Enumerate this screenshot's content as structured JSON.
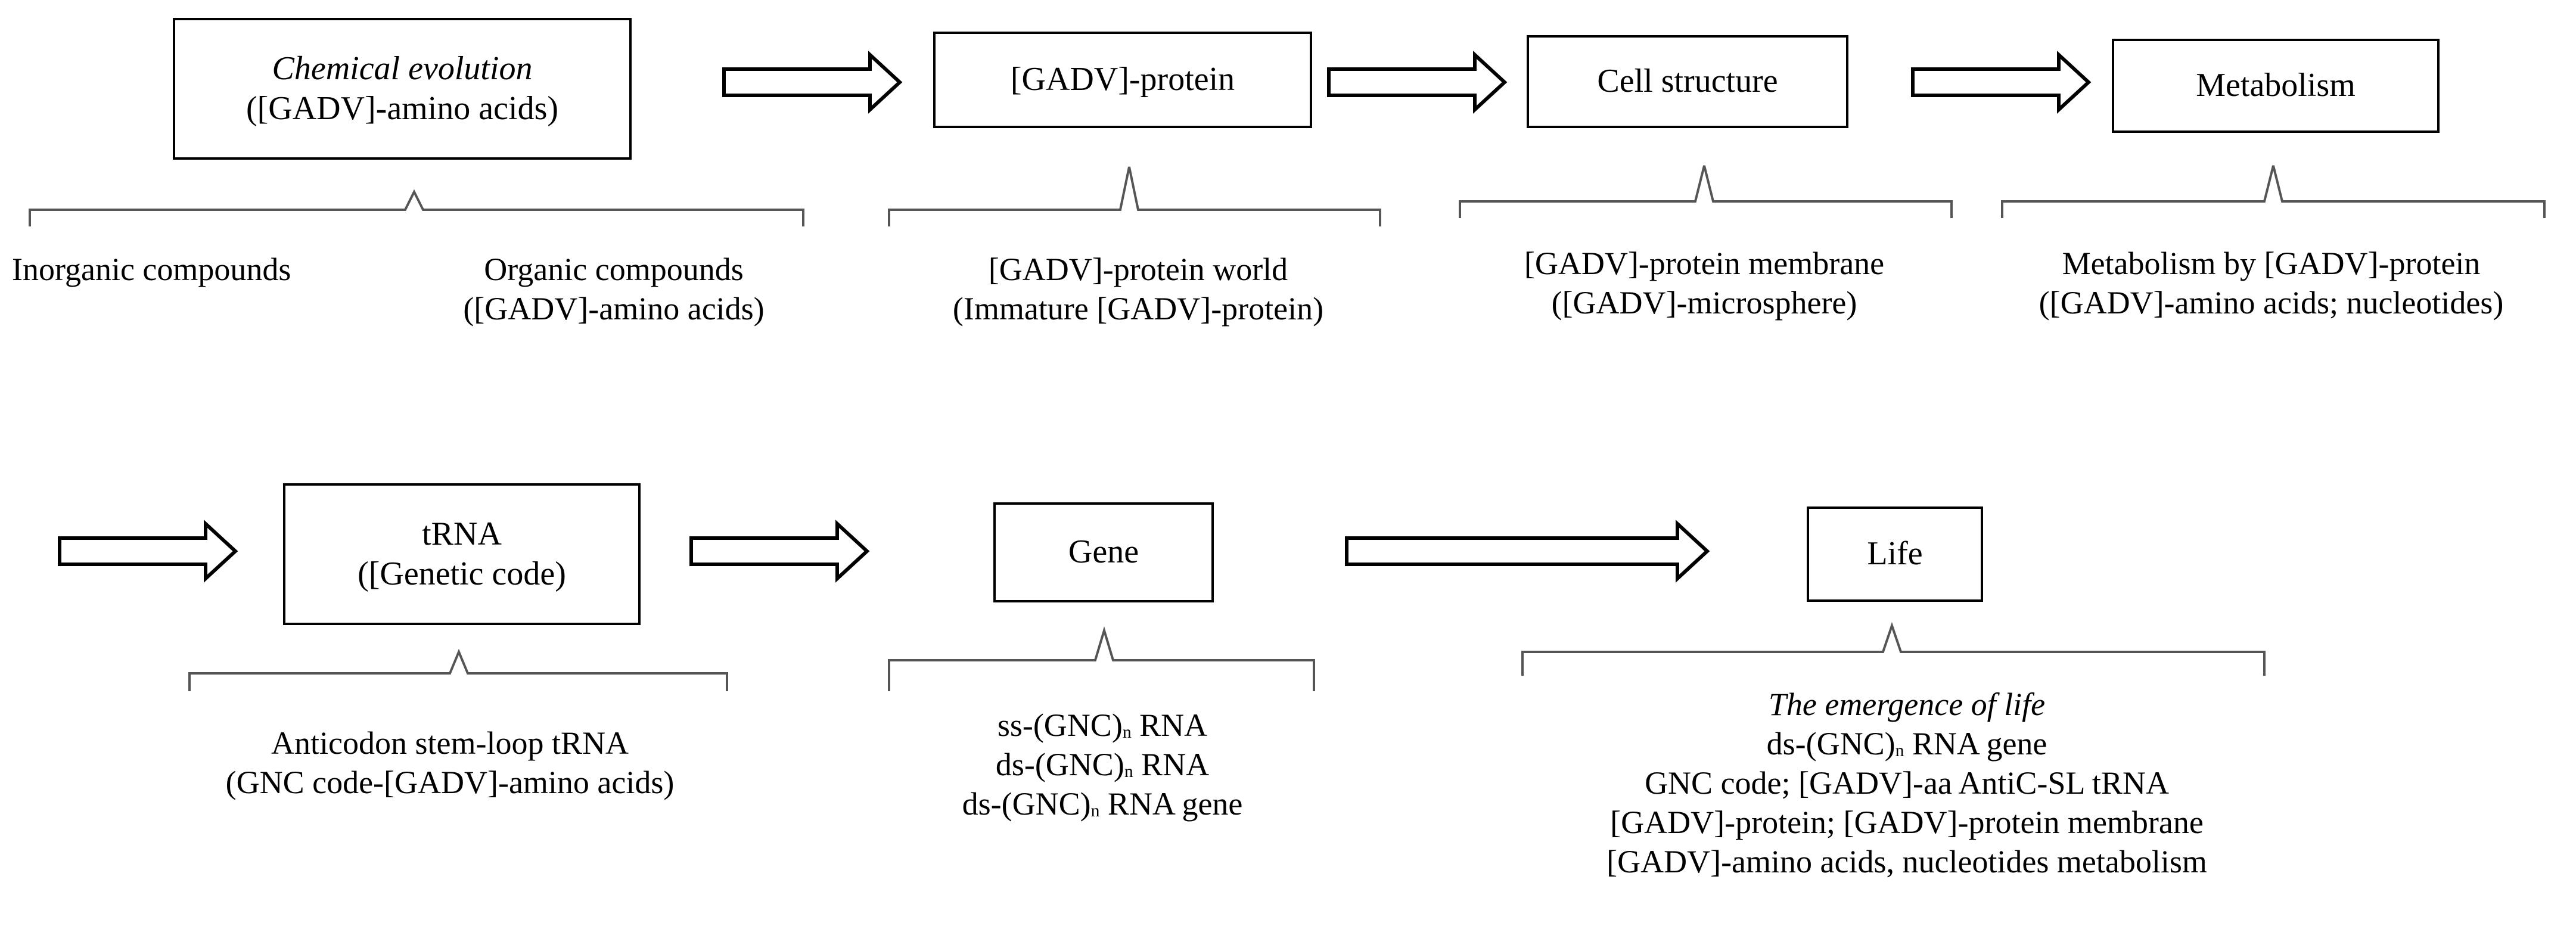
{
  "nodes": {
    "chemical_evolution": {
      "title": "Chemical evolution",
      "subtitle": "([GADV]-amino acids)"
    },
    "gadv_protein": {
      "title": "[GADV]-protein"
    },
    "cell_structure": {
      "title": "Cell structure"
    },
    "metabolism": {
      "title": "Metabolism"
    },
    "trna": {
      "title": "tRNA",
      "subtitle": "([Genetic code)"
    },
    "gene": {
      "title": "Gene"
    },
    "life": {
      "title": "Life"
    }
  },
  "descriptions": {
    "inorganic": "Inorganic compounds",
    "organic": [
      "Organic compounds",
      "([GADV]-amino acids)"
    ],
    "protein_world": [
      "[GADV]-protein world",
      "(Immature [GADV]-protein)"
    ],
    "membrane": [
      "[GADV]-protein membrane",
      "([GADV]-microsphere)"
    ],
    "metabolism": [
      "Metabolism by [GADV]-protein",
      "([GADV]-amino acids; nucleotides)"
    ],
    "anticodon": [
      "Anticodon stem-loop tRNA",
      "(GNC code-[GADV]-amino acids)"
    ],
    "gene": [
      {
        "pre": "ss-(GNC)",
        "sub": "n",
        "post": " RNA"
      },
      {
        "pre": "ds-(GNC)",
        "sub": "n",
        "post": " RNA"
      },
      {
        "pre": "ds-(GNC)",
        "sub": "n",
        "post": " RNA gene"
      }
    ],
    "life": {
      "heading": "The emergence  of life",
      "rna_gene": {
        "pre": "ds-(GNC)",
        "sub": "n",
        "post": " RNA gene"
      },
      "lines": [
        "GNC code; [GADV]-aa AntiC-SL tRNA",
        "[GADV]-protein; [GADV]-protein membrane",
        "[GADV]-amino acids, nucleotides metabolism"
      ]
    }
  },
  "colors": {
    "stroke": "#000000",
    "bracket": "#555555",
    "background": "#ffffff"
  }
}
